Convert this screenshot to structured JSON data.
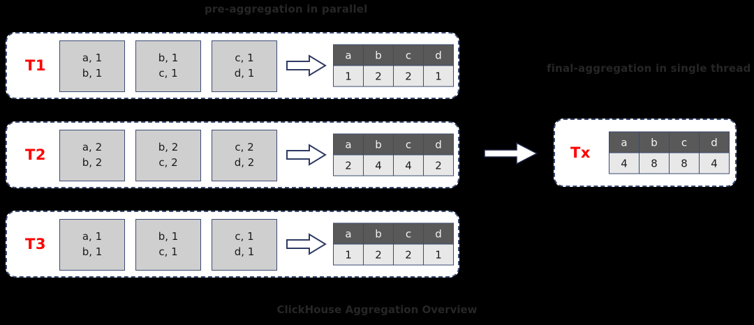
{
  "headings": {
    "pre_aggregation": "pre-aggregation in parallel",
    "final_aggregation": "final-aggregation in single thread",
    "caption": "ClickHouse Aggregation Overview"
  },
  "colors": {
    "background": "#000000",
    "lane_fill": "#ffffff",
    "lane_border": "#3a4a72",
    "block_fill": "#cfcfcf",
    "table_header_fill": "#595959",
    "table_body_fill": "#e8e8e8",
    "label_red": "#ff0000",
    "heading_gray": "#262626"
  },
  "icons": {
    "inline_arrow": "hollow-right-arrow-icon",
    "merge_arrow": "solid-right-arrow-icon"
  },
  "lanes": [
    {
      "id": "t1",
      "label": "T1",
      "blocks": [
        {
          "line1": "a, 1",
          "line2": "b, 1"
        },
        {
          "line1": "b, 1",
          "line2": "c, 1"
        },
        {
          "line1": "c, 1",
          "line2": "d, 1"
        }
      ],
      "table": {
        "headers": [
          "a",
          "b",
          "c",
          "d"
        ],
        "values": [
          "1",
          "2",
          "2",
          "1"
        ]
      }
    },
    {
      "id": "t2",
      "label": "T2",
      "blocks": [
        {
          "line1": "a, 2",
          "line2": "b, 2"
        },
        {
          "line1": "b, 2",
          "line2": "c, 2"
        },
        {
          "line1": "c, 2",
          "line2": "d, 2"
        }
      ],
      "table": {
        "headers": [
          "a",
          "b",
          "c",
          "d"
        ],
        "values": [
          "2",
          "4",
          "4",
          "2"
        ]
      }
    },
    {
      "id": "t3",
      "label": "T3",
      "blocks": [
        {
          "line1": "a, 1",
          "line2": "b, 1"
        },
        {
          "line1": "b, 1",
          "line2": "c, 1"
        },
        {
          "line1": "c, 1",
          "line2": "d, 1"
        }
      ],
      "table": {
        "headers": [
          "a",
          "b",
          "c",
          "d"
        ],
        "values": [
          "1",
          "2",
          "2",
          "1"
        ]
      }
    }
  ],
  "final_lane": {
    "id": "tx",
    "label": "Tx",
    "table": {
      "headers": [
        "a",
        "b",
        "c",
        "d"
      ],
      "values": [
        "4",
        "8",
        "8",
        "4"
      ]
    }
  }
}
